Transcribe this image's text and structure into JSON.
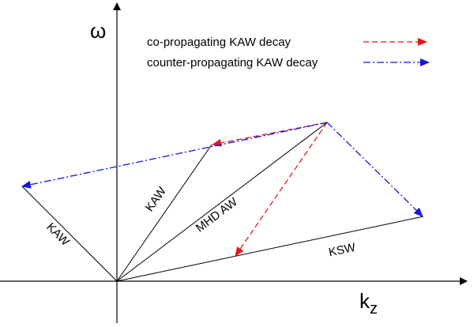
{
  "axes": {
    "y_label": "ω",
    "x_label_main": "k",
    "x_label_sub": "z"
  },
  "legend": [
    {
      "label": "co-propagating KAW decay",
      "color": "#e8141b",
      "style": "dashed"
    },
    {
      "label": "counter-propagating KAW decay",
      "color": "#1414e0",
      "style": "dash-dot"
    }
  ],
  "wave_labels": {
    "kaw_left": "KAW",
    "kaw_center": "KAW",
    "mhd_aw": "MHD AW",
    "ksw": "KSW"
  },
  "colors": {
    "wave_lines": "#000000",
    "co_propagating": "#e8141b",
    "counter_propagating": "#1414e0"
  }
}
